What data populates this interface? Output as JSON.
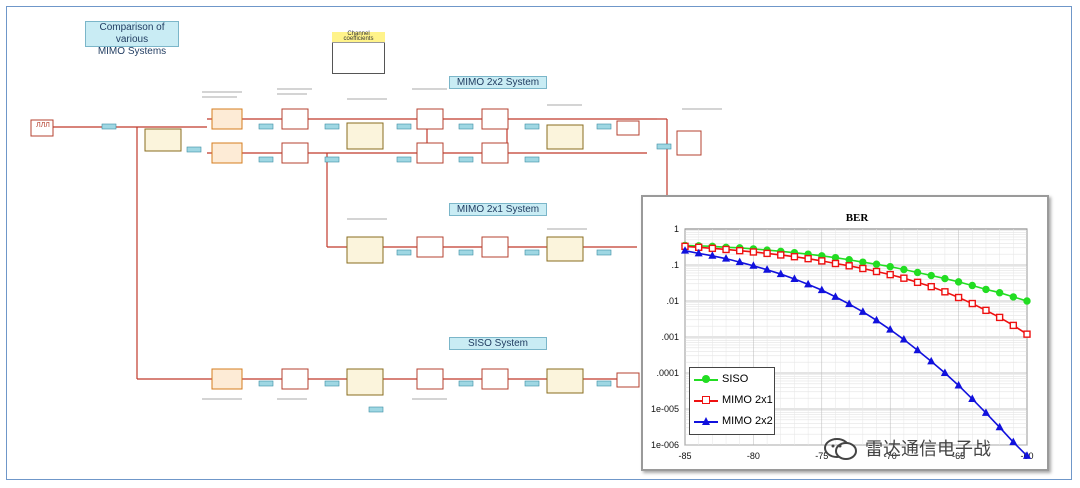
{
  "schematic": {
    "comparison_title_line1": "Comparison of various",
    "comparison_title_line2": "MIMO Systems",
    "channel_coeff_title": "Channel coefficients",
    "systems": [
      {
        "label": "MIMO 2x2 System"
      },
      {
        "label": "MIMO 2x1 System"
      },
      {
        "label": "SISO System"
      }
    ],
    "source_label": "ЛЛЛ"
  },
  "chart_data": {
    "type": "line",
    "title": "BER",
    "xlabel": "",
    "ylabel": "",
    "x_ticks": [
      "-85",
      "-80",
      "-75",
      "-70",
      "-65",
      "-60"
    ],
    "y_ticks": [
      "1",
      ".1",
      ".01",
      ".001",
      ".0001",
      "1e-005",
      "1e-006"
    ],
    "xlim": [
      -85,
      -60
    ],
    "ylim": [
      1e-06,
      1
    ],
    "yscale": "log",
    "grid": true,
    "legend_position": "bottom-left",
    "x": [
      -85,
      -84,
      -83,
      -82,
      -81,
      -80,
      -79,
      -78,
      -77,
      -76,
      -75,
      -74,
      -73,
      -72,
      -71,
      -70,
      -69,
      -68,
      -67,
      -66,
      -65,
      -64,
      -63,
      -62,
      -61,
      -60
    ],
    "series": [
      {
        "name": "SISO",
        "color": "#22dd22",
        "marker": "circle",
        "values": [
          0.35,
          0.34,
          0.33,
          0.31,
          0.3,
          0.28,
          0.26,
          0.24,
          0.22,
          0.2,
          0.18,
          0.16,
          0.14,
          0.12,
          0.105,
          0.09,
          0.075,
          0.062,
          0.051,
          0.042,
          0.034,
          0.027,
          0.021,
          0.017,
          0.013,
          0.01
        ]
      },
      {
        "name": "MIMO 2x1",
        "color": "#ee1111",
        "marker": "square",
        "values": [
          0.33,
          0.31,
          0.29,
          0.27,
          0.25,
          0.23,
          0.21,
          0.19,
          0.17,
          0.15,
          0.13,
          0.11,
          0.095,
          0.08,
          0.066,
          0.054,
          0.043,
          0.033,
          0.025,
          0.018,
          0.0125,
          0.0085,
          0.0055,
          0.0035,
          0.0021,
          0.0012
        ]
      },
      {
        "name": "MIMO 2x2",
        "color": "#1111dd",
        "marker": "triangle",
        "values": [
          0.25,
          0.21,
          0.18,
          0.15,
          0.12,
          0.095,
          0.074,
          0.056,
          0.041,
          0.029,
          0.02,
          0.013,
          0.0082,
          0.005,
          0.0029,
          0.0016,
          0.00085,
          0.00043,
          0.00021,
          0.0001,
          4.5e-05,
          1.9e-05,
          7.8e-06,
          3.1e-06,
          1.2e-06,
          5e-07
        ]
      }
    ]
  },
  "watermark": "雷达通信电子战"
}
